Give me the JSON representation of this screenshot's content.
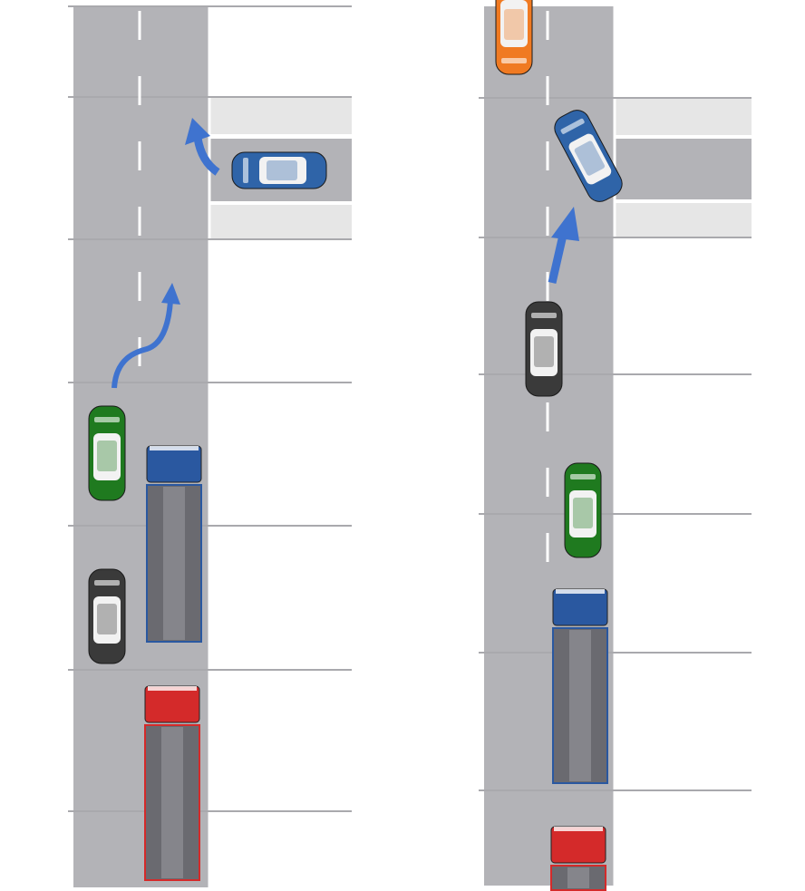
{
  "colors": {
    "road": "#b3b3b7",
    "side_strip": "#e6e6e6",
    "grid_line": "#a9a9ad",
    "edge_line": "#ffffff",
    "lane_dash": "#ffffff",
    "arrow": "#3f73cf",
    "truck_trailer": "#6a6a70"
  },
  "panels": [
    {
      "name": "before-overtake",
      "vehicles": [
        {
          "type": "car",
          "color": "#2f64a8",
          "heading": "left"
        },
        {
          "type": "car",
          "color": "#1f7a1f",
          "heading": "up"
        },
        {
          "type": "car",
          "color": "#3a3a3a",
          "heading": "up"
        },
        {
          "type": "truck",
          "color": "#2a58a0",
          "heading": "up"
        },
        {
          "type": "truck",
          "color": "#d42a2a",
          "heading": "up"
        }
      ],
      "arrows": [
        "left-turn-arrow",
        "overtake-arrow"
      ]
    },
    {
      "name": "during-overtake",
      "vehicles": [
        {
          "type": "car",
          "color": "#f07a22",
          "heading": "down"
        },
        {
          "type": "car",
          "color": "#2f64a8",
          "heading": "turning"
        },
        {
          "type": "car",
          "color": "#3a3a3a",
          "heading": "up"
        },
        {
          "type": "car",
          "color": "#1f7a1f",
          "heading": "up"
        },
        {
          "type": "truck",
          "color": "#2a58a0",
          "heading": "up"
        },
        {
          "type": "truck",
          "color": "#d42a2a",
          "heading": "up"
        }
      ],
      "arrows": [
        "straight-arrow"
      ]
    }
  ]
}
